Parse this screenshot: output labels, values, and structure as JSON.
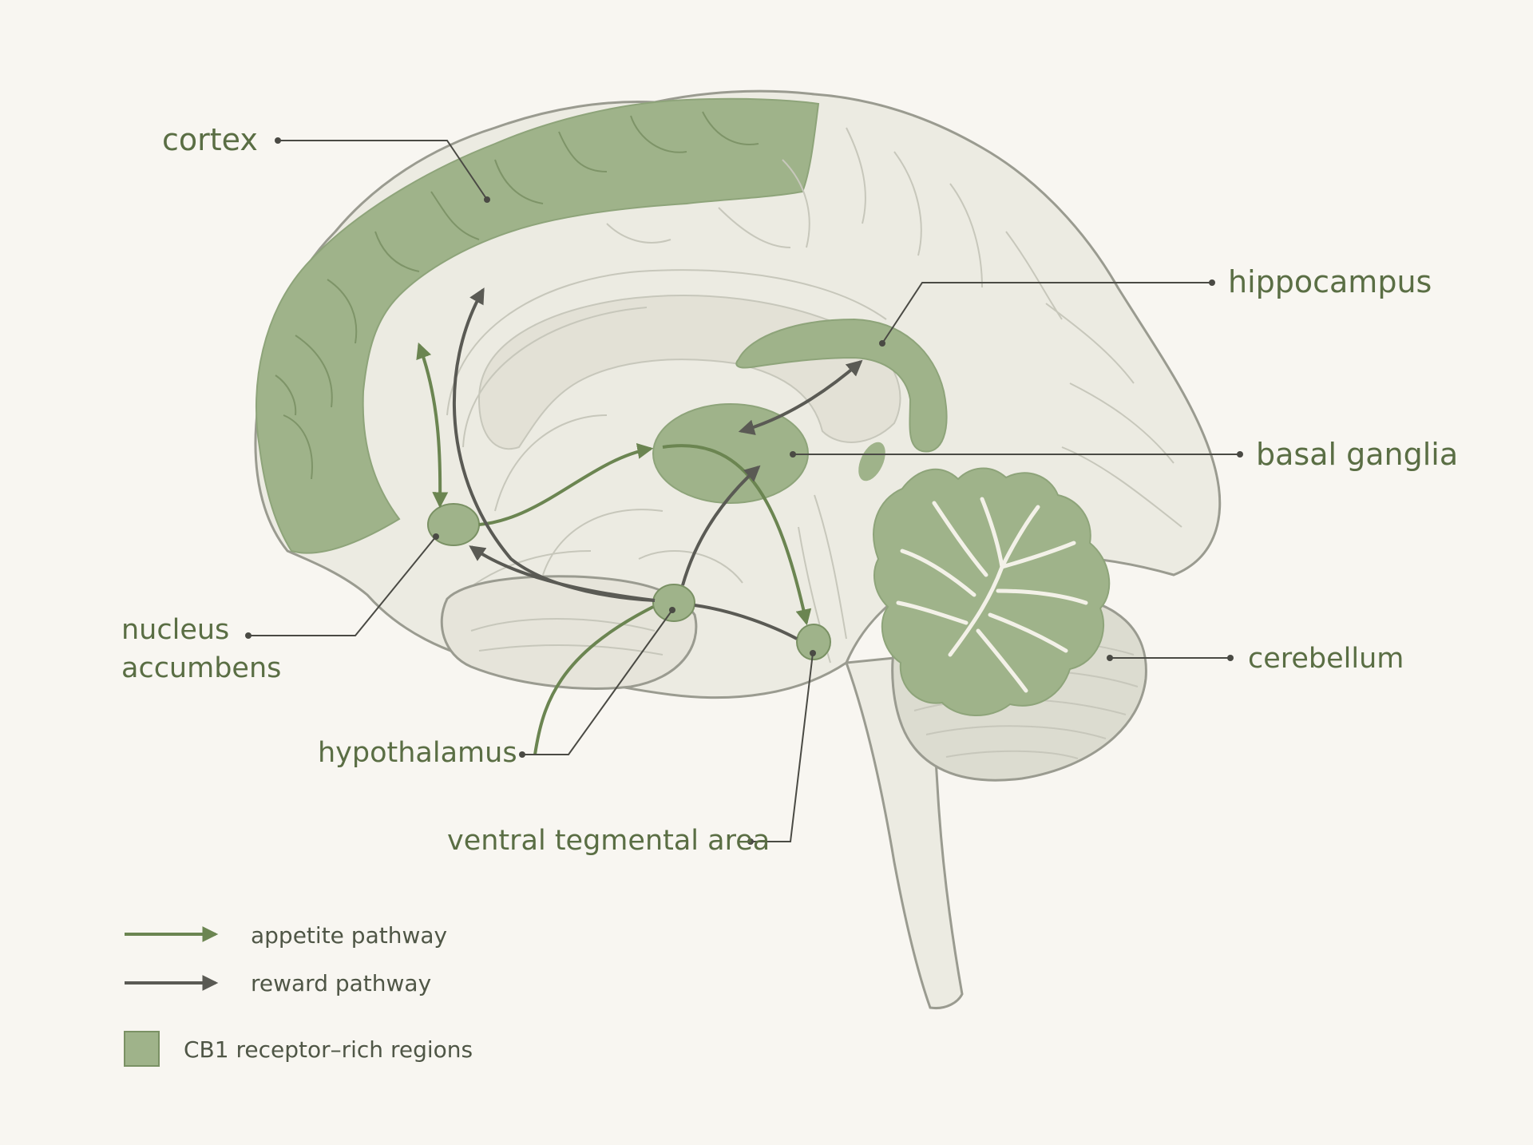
{
  "labels": {
    "cortex": "cortex",
    "hippocampus": "hippocampus",
    "basal_ganglia": "basal ganglia",
    "nucleus_accumbens_line1": "nucleus",
    "nucleus_accumbens_line2": "accumbens",
    "cerebellum": "cerebellum",
    "hypothalamus": "hypothalamus",
    "ventral_tegmental_area": "ventral tegmental area"
  },
  "legend": {
    "appetite": "appetite pathway",
    "reward": "reward pathway",
    "cb1": "CB1 receptor–rich regions"
  },
  "colors": {
    "background": "#f8f6f1",
    "brain_fill": "#ecebe2",
    "cb1_green": "#9fb38a",
    "label_green": "#5a6e44",
    "appetite_arrow": "#6b8551",
    "reward_arrow": "#5a5a54"
  }
}
